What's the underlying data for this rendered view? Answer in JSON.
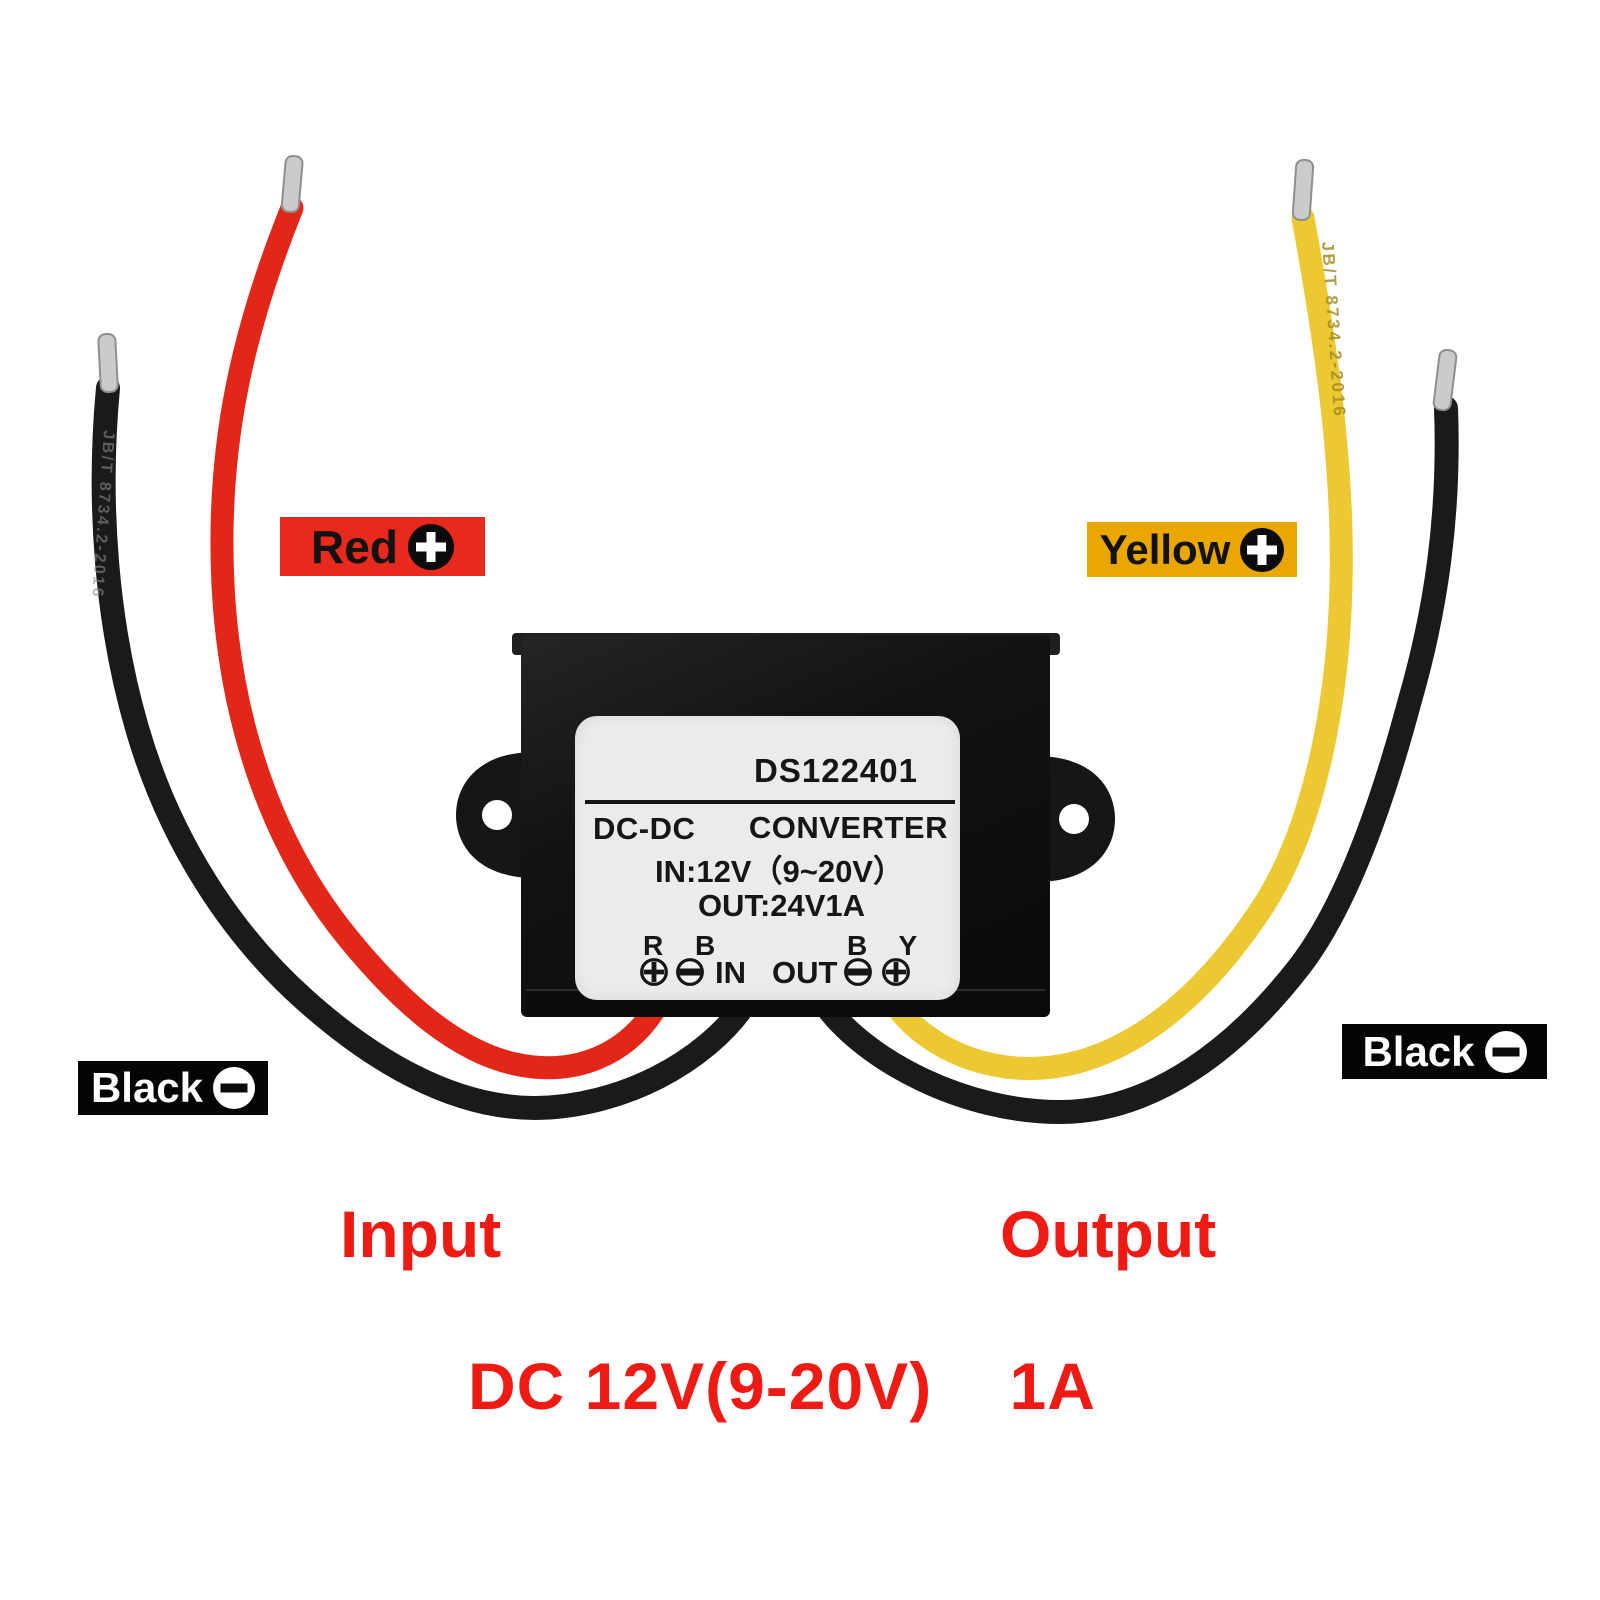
{
  "scene": {
    "background": "#ffffff",
    "subject": "DC-DC step-up converter module with input and output wires"
  },
  "device": {
    "model": "DS122401",
    "type_left": "DC-DC",
    "type_right": "CONVERTER",
    "input_spec": "IN:12V（9~20V）",
    "output_spec": "OUT:24V1A",
    "input_terminal_letters": "R B",
    "output_terminal_letters": "B Y",
    "input_terminal_label": "IN",
    "output_terminal_label": "OUT",
    "input_screws": [
      "phillips-plus",
      "slot-minus"
    ],
    "output_screws": [
      "slot-minus",
      "phillips-plus"
    ],
    "body_color": "#141414",
    "label_color": "#ebebeb"
  },
  "badges": {
    "red": {
      "label": "Red",
      "sign": "plus",
      "bg": "#e8291d",
      "fg": "#121212"
    },
    "yellow": {
      "label": "Yellow",
      "sign": "plus",
      "bg": "#eaa702",
      "fg": "#121212"
    },
    "black_input": {
      "label": "Black",
      "sign": "minus",
      "bg": "#050505",
      "fg": "#ffffff"
    },
    "black_output": {
      "label": "Black",
      "sign": "minus",
      "bg": "#050505",
      "fg": "#ffffff"
    }
  },
  "captions": {
    "input": "Input",
    "output": "Output",
    "rating": "DC 12V(9-20V)    1A",
    "color": "#ee1b15"
  },
  "wires": {
    "marking": "JB/T 8734.2-2016",
    "red_color": "#e22718",
    "yellow_color": "#ecc832",
    "black_color": "#1a1a1a"
  }
}
